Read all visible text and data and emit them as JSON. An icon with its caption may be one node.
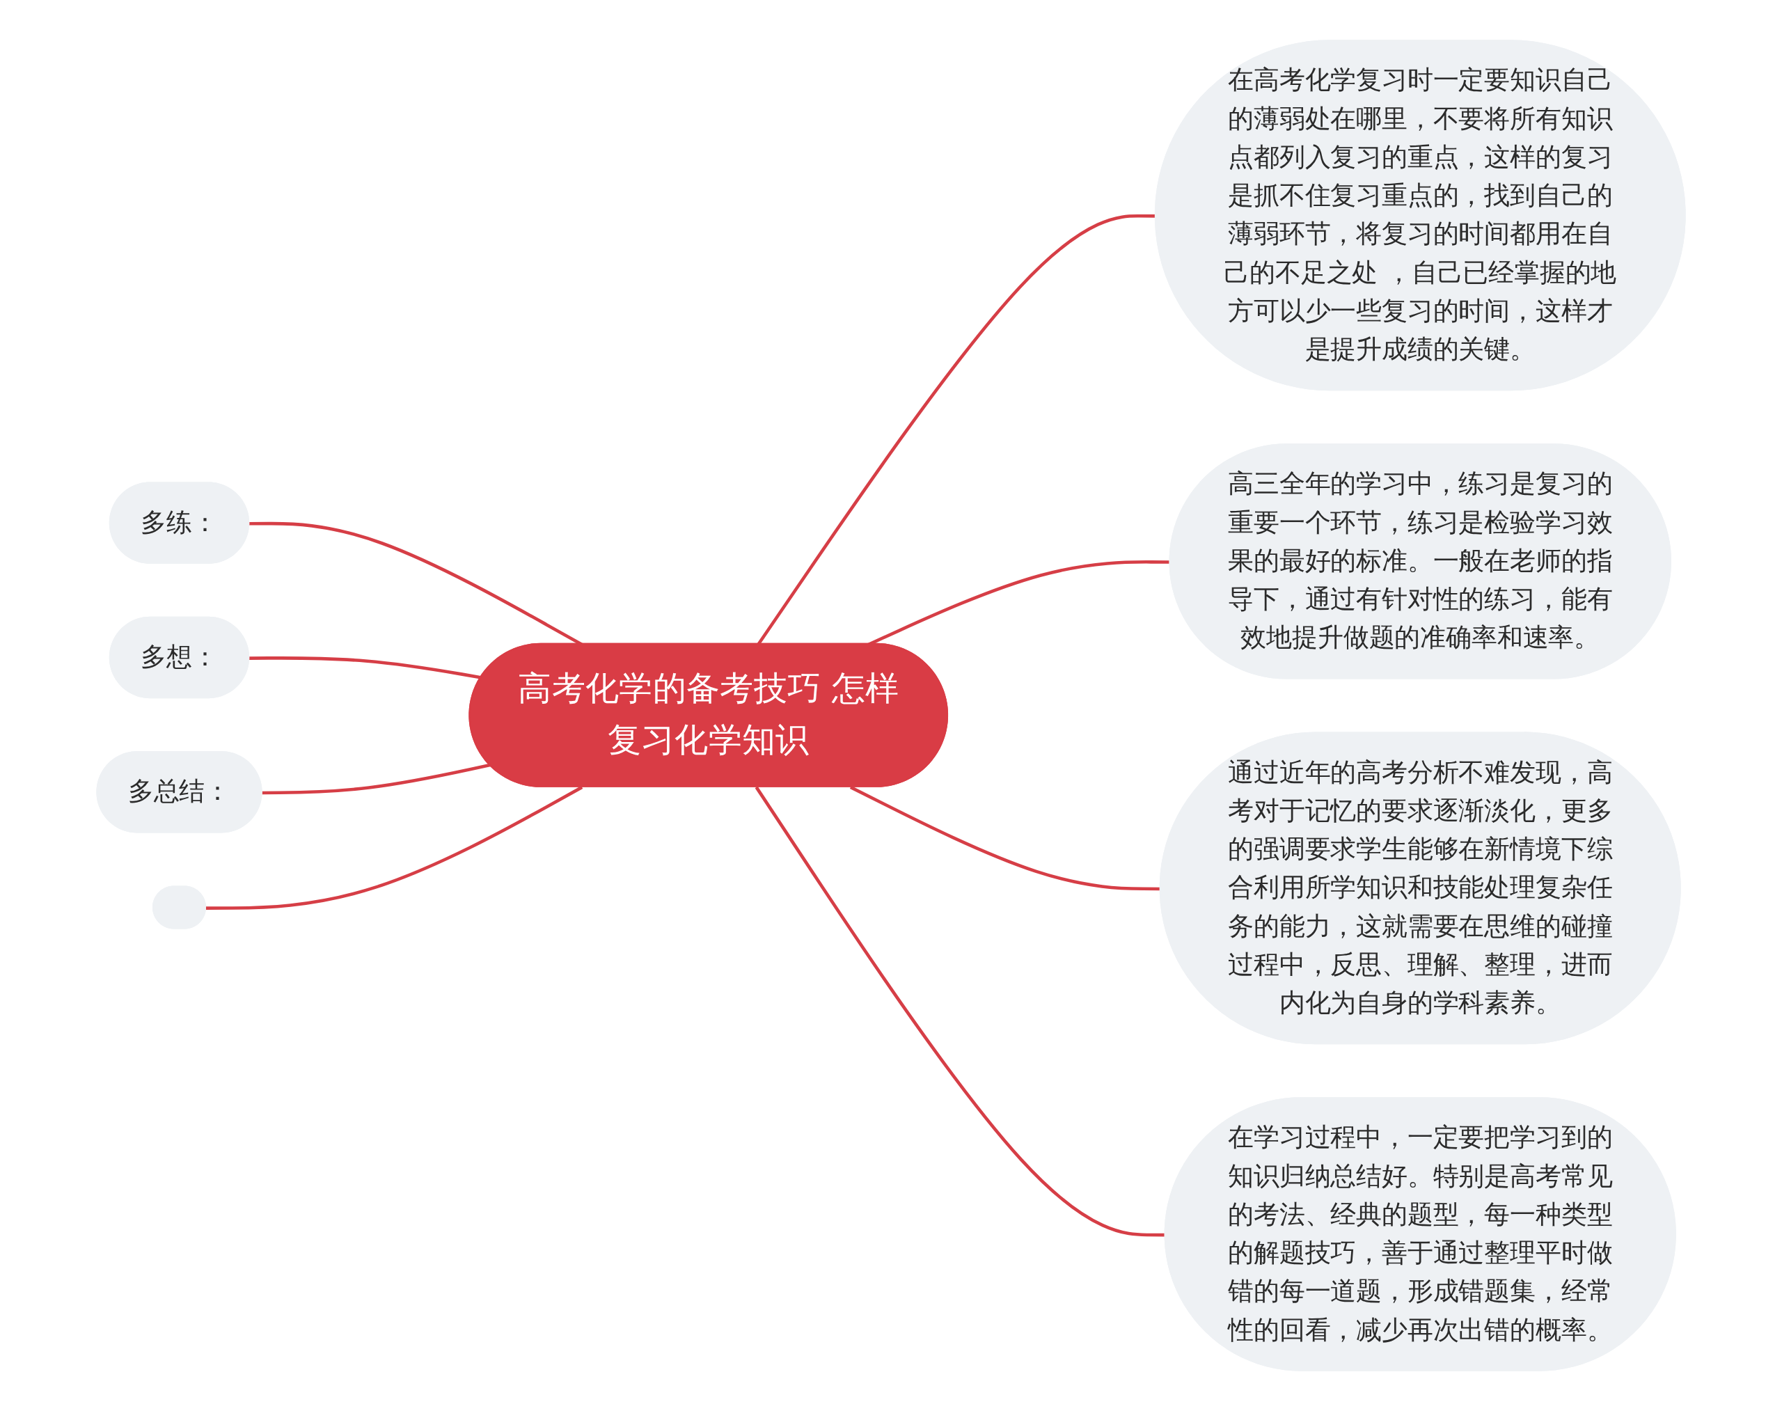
{
  "diagram": {
    "nodes": [
      {
        "text": [
          "高考化学的备考技巧 怎样复习化学知识"
        ]
      },
      {
        "text": [
          "在高考化学复习时一定要知识自己的薄弱处在哪里，不要将所有知识点都列入复习的重点，这样的复习是抓不住复习重点的，找到自己的薄弱环节，将复习的时间都用在自己的不足之处 ，自己已经掌握的地方可以少一些复习的时间，这样才是提升成绩的关键。"
        ]
      },
      {
        "text": [
          "高三全年的学习中，练习是复习的重要一个环节，练习是检验学习效果的最好的标准。一般在老师的指导下，通过有针对性的练习，能有效地提升做题的准确率和速率。"
        ]
      },
      {
        "text": [
          "通过近年的高考分析不难发现，高考对于记忆的要求逐渐淡化，更多的强调要求学生能够在新情境下综合利用所学知识和技能处理复杂任务的能力，这就需要在思维的碰撞过程中，反思、理解、整理，进而内化为自身的学科素养。"
        ]
      },
      {
        "text": [
          "在学习过程中，一定要把学习到的知识归纳总结好。特别是高考常见的考法、经典的题型，每一种类型的解题技巧，善于通过整理平时做错的每一道题，形成错题集，经常性的回看，减少再次出错的概率。"
        ]
      },
      {
        "text": [
          "多练："
        ]
      },
      {
        "text": [
          "多想："
        ]
      },
      {
        "text": [
          "多总结："
        ]
      },
      {
        "text": [],
        "shape": "box"
      }
    ],
    "edges": [
      {
        "from": 0,
        "to": 1,
        "arrow": "none"
      },
      {
        "from": 0,
        "to": 2,
        "arrow": "none"
      },
      {
        "from": 0,
        "to": 3,
        "arrow": "none"
      },
      {
        "from": 0,
        "to": 4,
        "arrow": "none"
      },
      {
        "from": 5,
        "to": 0,
        "arrow": "none"
      },
      {
        "from": 6,
        "to": 0,
        "arrow": "none"
      },
      {
        "from": 7,
        "to": 0,
        "arrow": "none"
      },
      {
        "from": 8,
        "to": 0,
        "arrow": "none"
      }
    ]
  }
}
